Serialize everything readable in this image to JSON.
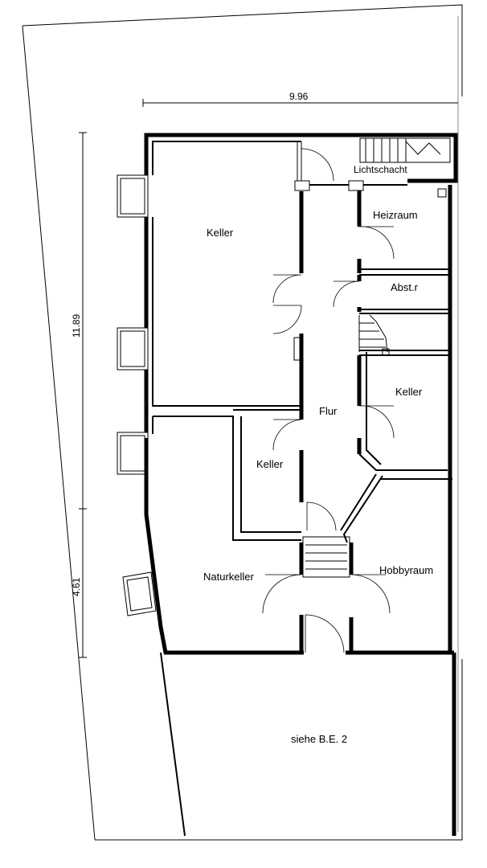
{
  "rooms": {
    "keller_nw": "Keller",
    "lichtschacht": "Lichtschacht",
    "heizraum": "Heizraum",
    "abstr": "Abst.r",
    "flur": "Flur",
    "keller_e": "Keller",
    "keller_mid": "Keller",
    "naturkeller": "Naturkeller",
    "hobbyraum": "Hobbyraum",
    "siehe": "siehe B.E. 2"
  },
  "dimensions": {
    "width": "9.96",
    "height_upper": "11.89",
    "height_lower": "4.61"
  }
}
